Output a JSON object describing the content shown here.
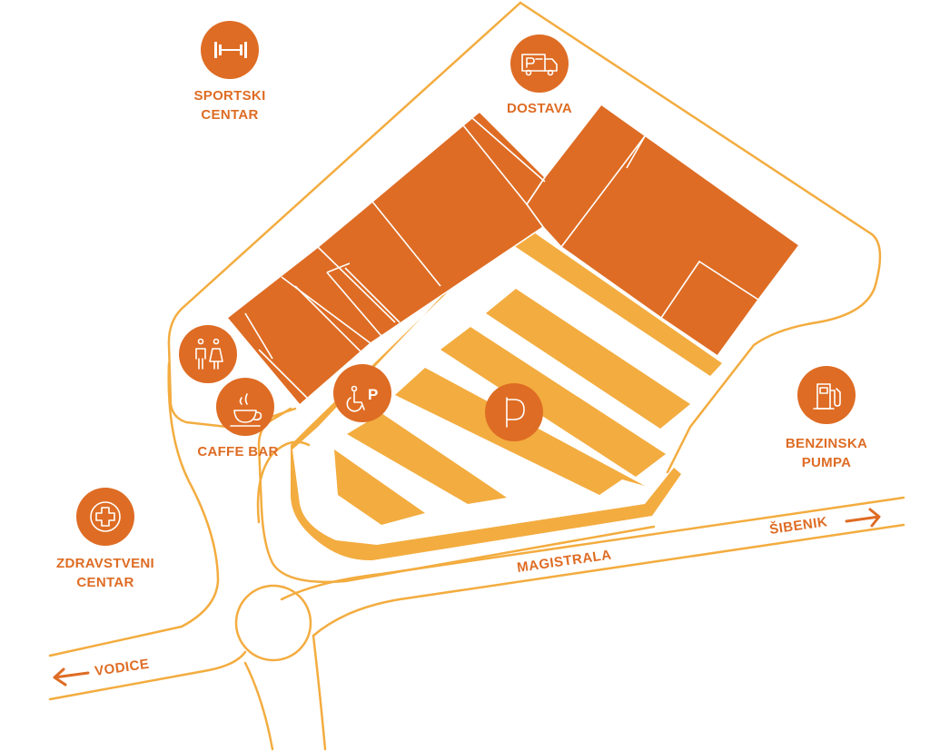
{
  "colors": {
    "buildings": "#de6c24",
    "parking": "#f3ac3f",
    "roads": "#f3ac3f",
    "text": "#de6c24",
    "background": "#ffffff"
  },
  "points_of_interest": {
    "sports_center": {
      "icon": "dumbbell-icon",
      "line1": "SPORTSKI",
      "line2": "CENTAR"
    },
    "delivery": {
      "icon": "delivery-van-icon",
      "label": "DOSTAVA"
    },
    "restrooms": {
      "icon": "restroom-icon"
    },
    "cafe_bar": {
      "icon": "coffee-cup-icon",
      "label": "CAFFE BAR"
    },
    "accessible_parking": {
      "icon": "wheelchair-parking-icon",
      "letter": "P"
    },
    "parking": {
      "icon": "parking-icon",
      "letter": "P"
    },
    "gas_station": {
      "icon": "fuel-pump-icon",
      "line1": "BENZINSKA",
      "line2": "PUMPA"
    },
    "health_center": {
      "icon": "medical-cross-icon",
      "line1": "ZDRAVSTVENI",
      "line2": "CENTAR"
    }
  },
  "roads": {
    "main_road": "MAGISTRALA",
    "direction_east": "ŠIBENIK",
    "direction_west": "VODICE"
  }
}
